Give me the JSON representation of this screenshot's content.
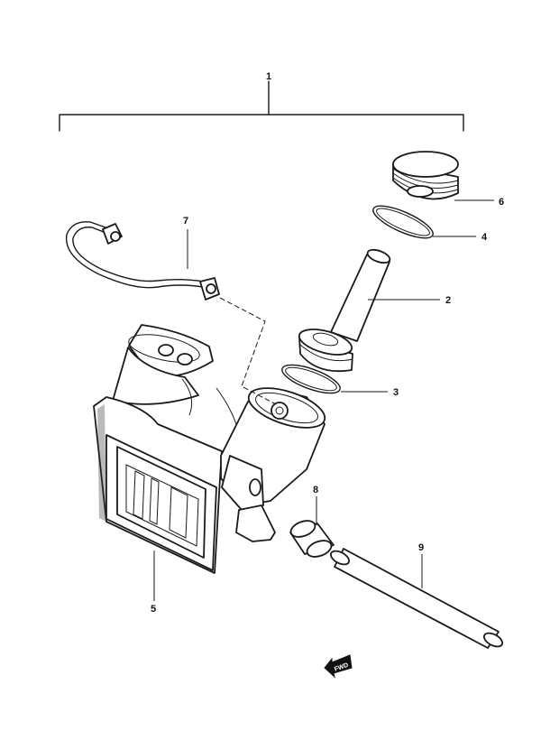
{
  "callouts": {
    "c1": "1",
    "c2": "2",
    "c3": "3",
    "c4": "4",
    "c5": "5",
    "c6": "6",
    "c7": "7",
    "c8": "8",
    "c9": "9"
  },
  "fwd_label": "FWD"
}
